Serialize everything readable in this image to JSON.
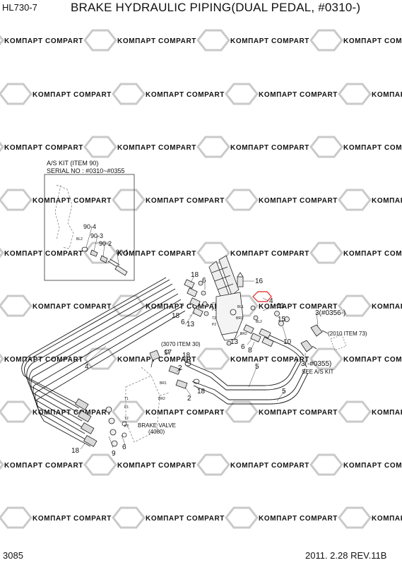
{
  "header": {
    "model": "HL730-7",
    "title": "BRAKE HYDRAULIC PIPING(DUAL PEDAL, #0310-)"
  },
  "footer": {
    "page_number": "3085",
    "revision": "2011. 2.28  REV.11B"
  },
  "watermark": {
    "words": [
      "KOMПAPT",
      "COMPART"
    ]
  },
  "inset": {
    "title_line1": "A/S KIT (ITEM 90)",
    "title_line2": "SERIAL NO : #0310~#0355",
    "labels": {
      "p90_4": "90-4",
      "p90_3": "90-3",
      "p90_2": "90-2",
      "p90_1": "90-1",
      "bl2": "BL2"
    }
  },
  "callouts": {
    "c4_main": "4",
    "c18_a": "18",
    "c6_a": "6",
    "c16": "16",
    "c4_valve": "4",
    "c11": "11",
    "c18_b": "18",
    "c6_b": "6",
    "c13_a": "13",
    "c3_late": "3(#0356-)",
    "c15": "15",
    "c10": "10",
    "c13_b": "13",
    "c6_c": "6",
    "c8": "8",
    "c3_early": "3(-#0355)",
    "see_as_kit": "SEE A/S KIT",
    "c3070": "(3070 ITEM 30)",
    "c17": "17",
    "c18_c": "18",
    "c2_a": "2",
    "c18_d": "18",
    "c2_b": "2",
    "c5_a": "5",
    "c5_b": "5",
    "c2010": "(2010 ITEM 73)",
    "c9": "9",
    "c18_e": "18",
    "c6_d": "6",
    "brake_valve": "BRAKE VALVE",
    "brake_valve_ref": "(4080)"
  },
  "port_labels": {
    "t1_a": "T1",
    "p1_a": "P1",
    "t2_a": "T2",
    "p2_a": "P2",
    "bl1": "BL1",
    "br1_a": "BR1",
    "bl2": "BL2",
    "br2_a": "BR2",
    "t1_b": "T1",
    "p1_b": "P1",
    "t2_b": "T2",
    "p2_b": "P2",
    "br1_b": "BR1",
    "br2_b": "BR2"
  },
  "colors": {
    "line": "#1a1a1a",
    "highlight": "#e02020",
    "watermark": "#c9c9c9"
  }
}
